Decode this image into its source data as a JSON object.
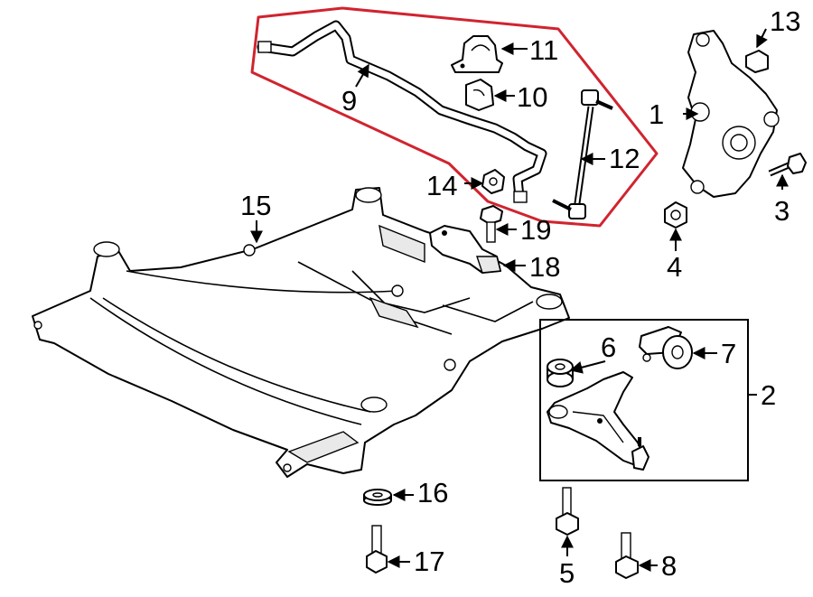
{
  "diagram": {
    "highlight_color": "#d0242f",
    "callouts": [
      "1",
      "2",
      "3",
      "4",
      "5",
      "6",
      "7",
      "8",
      "9",
      "10",
      "11",
      "12",
      "13",
      "14",
      "15",
      "16",
      "17",
      "18",
      "19"
    ],
    "parts": {
      "steering_knuckle": "1",
      "lower_control_arm_group": "2",
      "knuckle_bolt": "3",
      "knuckle_nut": "4",
      "arm_bolt": "5",
      "front_bushing": "6",
      "rear_bushing": "7",
      "arm_rear_bolt": "8",
      "stabilizer_bar": "9",
      "stabilizer_bushing": "10",
      "bushing_bracket": "11",
      "stabilizer_link": "12",
      "knuckle_cap": "13",
      "link_nut": "14",
      "crossmember": "15",
      "crossmember_washer": "16",
      "crossmember_bolt": "17",
      "bracket_18": "18",
      "bolt_19": "19"
    }
  }
}
